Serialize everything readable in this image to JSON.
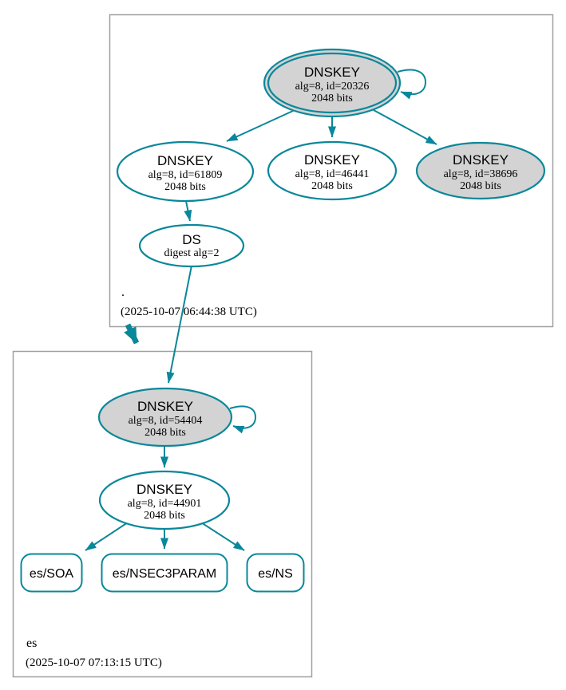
{
  "diagram": {
    "type": "dnssec-authentication-chain",
    "colors": {
      "edge": "#0a879a",
      "node_fill_gray": "#d3d3d3",
      "node_fill_white": "#ffffff",
      "zone_box_border": "#a0a0a0",
      "text": "#000000"
    },
    "zones": {
      "root": {
        "name": ".",
        "timestamp": "(2025-10-07 06:44:38 UTC)"
      },
      "es": {
        "name": "es",
        "timestamp": "(2025-10-07 07:13:15 UTC)"
      }
    },
    "nodes": {
      "root_ksk_20326": {
        "title": "DNSKEY",
        "detail1": "alg=8, id=20326",
        "detail2": "2048 bits",
        "fill": "#d3d3d3",
        "shape": "double-ellipse"
      },
      "root_zsk_61809": {
        "title": "DNSKEY",
        "detail1": "alg=8, id=61809",
        "detail2": "2048 bits",
        "fill": "#ffffff",
        "shape": "ellipse"
      },
      "root_zsk_46441": {
        "title": "DNSKEY",
        "detail1": "alg=8, id=46441",
        "detail2": "2048 bits",
        "fill": "#ffffff",
        "shape": "ellipse"
      },
      "root_ksk_38696": {
        "title": "DNSKEY",
        "detail1": "alg=8, id=38696",
        "detail2": "2048 bits",
        "fill": "#d3d3d3",
        "shape": "ellipse"
      },
      "ds_es": {
        "title": "DS",
        "detail1": "digest alg=2",
        "fill": "#ffffff",
        "shape": "ellipse"
      },
      "es_ksk_54404": {
        "title": "DNSKEY",
        "detail1": "alg=8, id=54404",
        "detail2": "2048 bits",
        "fill": "#d3d3d3",
        "shape": "ellipse"
      },
      "es_zsk_44901": {
        "title": "DNSKEY",
        "detail1": "alg=8, id=44901",
        "detail2": "2048 bits",
        "fill": "#ffffff",
        "shape": "ellipse"
      },
      "es_soa": {
        "label": "es/SOA",
        "shape": "rounded-rect"
      },
      "es_nsec3param": {
        "label": "es/NSEC3PARAM",
        "shape": "rounded-rect"
      },
      "es_ns": {
        "label": "es/NS",
        "shape": "rounded-rect"
      }
    },
    "edges": [
      {
        "from": "root_ksk_20326",
        "to": "root_ksk_20326",
        "type": "self-sign"
      },
      {
        "from": "root_ksk_20326",
        "to": "root_zsk_61809",
        "type": "sign"
      },
      {
        "from": "root_ksk_20326",
        "to": "root_zsk_46441",
        "type": "sign"
      },
      {
        "from": "root_ksk_20326",
        "to": "root_ksk_38696",
        "type": "sign"
      },
      {
        "from": "root_zsk_61809",
        "to": "ds_es",
        "type": "sign"
      },
      {
        "from": "ds_es",
        "to": "es_ksk_54404",
        "type": "authenticates"
      },
      {
        "from": "zone_root",
        "to": "zone_es",
        "type": "delegation"
      },
      {
        "from": "es_ksk_54404",
        "to": "es_ksk_54404",
        "type": "self-sign"
      },
      {
        "from": "es_ksk_54404",
        "to": "es_zsk_44901",
        "type": "sign"
      },
      {
        "from": "es_zsk_44901",
        "to": "es_soa",
        "type": "sign"
      },
      {
        "from": "es_zsk_44901",
        "to": "es_nsec3param",
        "type": "sign"
      },
      {
        "from": "es_zsk_44901",
        "to": "es_ns",
        "type": "sign"
      }
    ]
  }
}
